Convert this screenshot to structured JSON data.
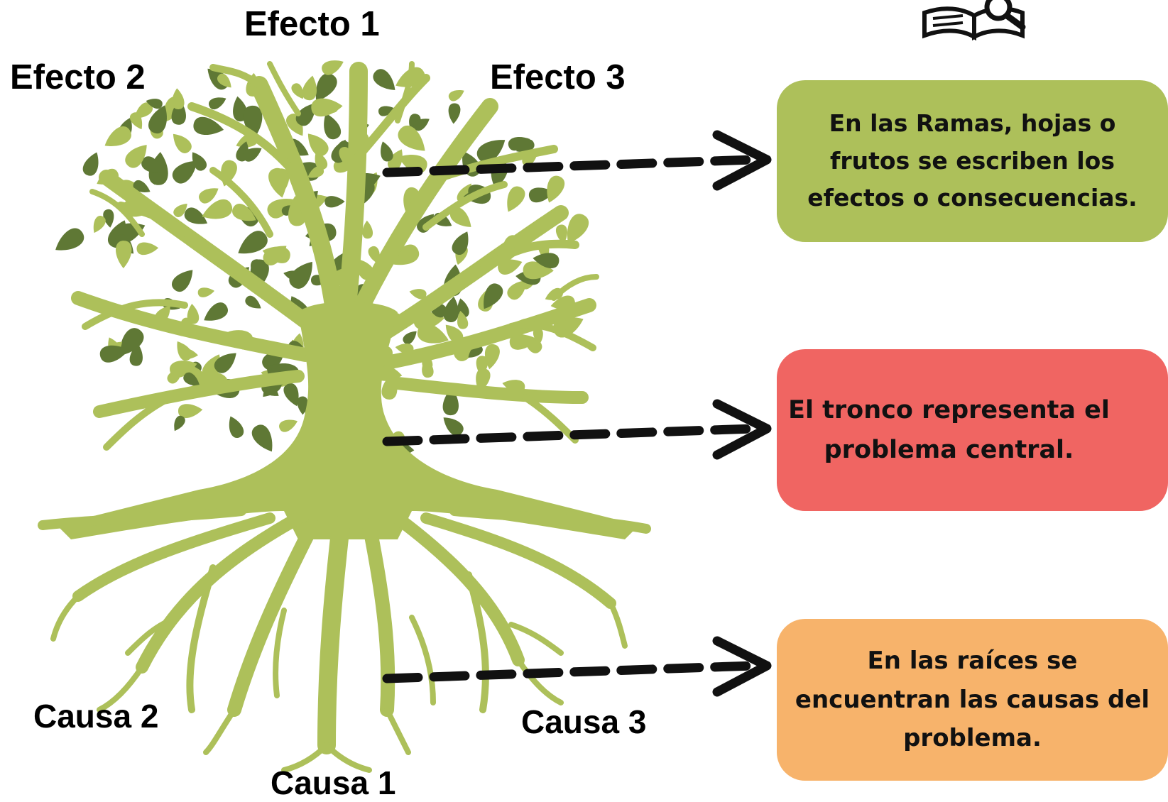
{
  "labels": {
    "efecto_1": "Efecto 1",
    "efecto_2": "Efecto 2",
    "efecto_3": "Efecto 3",
    "causa_1": "Causa 1",
    "causa_2": "Causa 2",
    "causa_3": "Causa 3"
  },
  "boxes": {
    "effects": "En las Ramas, hojas o frutos se escriben los efectos o consecuencias.",
    "problem": "El tronco representa el problema central.",
    "causes": "En las raíces se encuentran las causas del problema."
  },
  "colors": {
    "tree_green": "#adc05a",
    "leaf_dark": "#5f7835",
    "box_effects": "#adc05a",
    "box_problem": "#f06562",
    "box_causes": "#f7b36b",
    "arrow": "#111111"
  },
  "icons": {
    "header": "book-magnifier-icon"
  }
}
